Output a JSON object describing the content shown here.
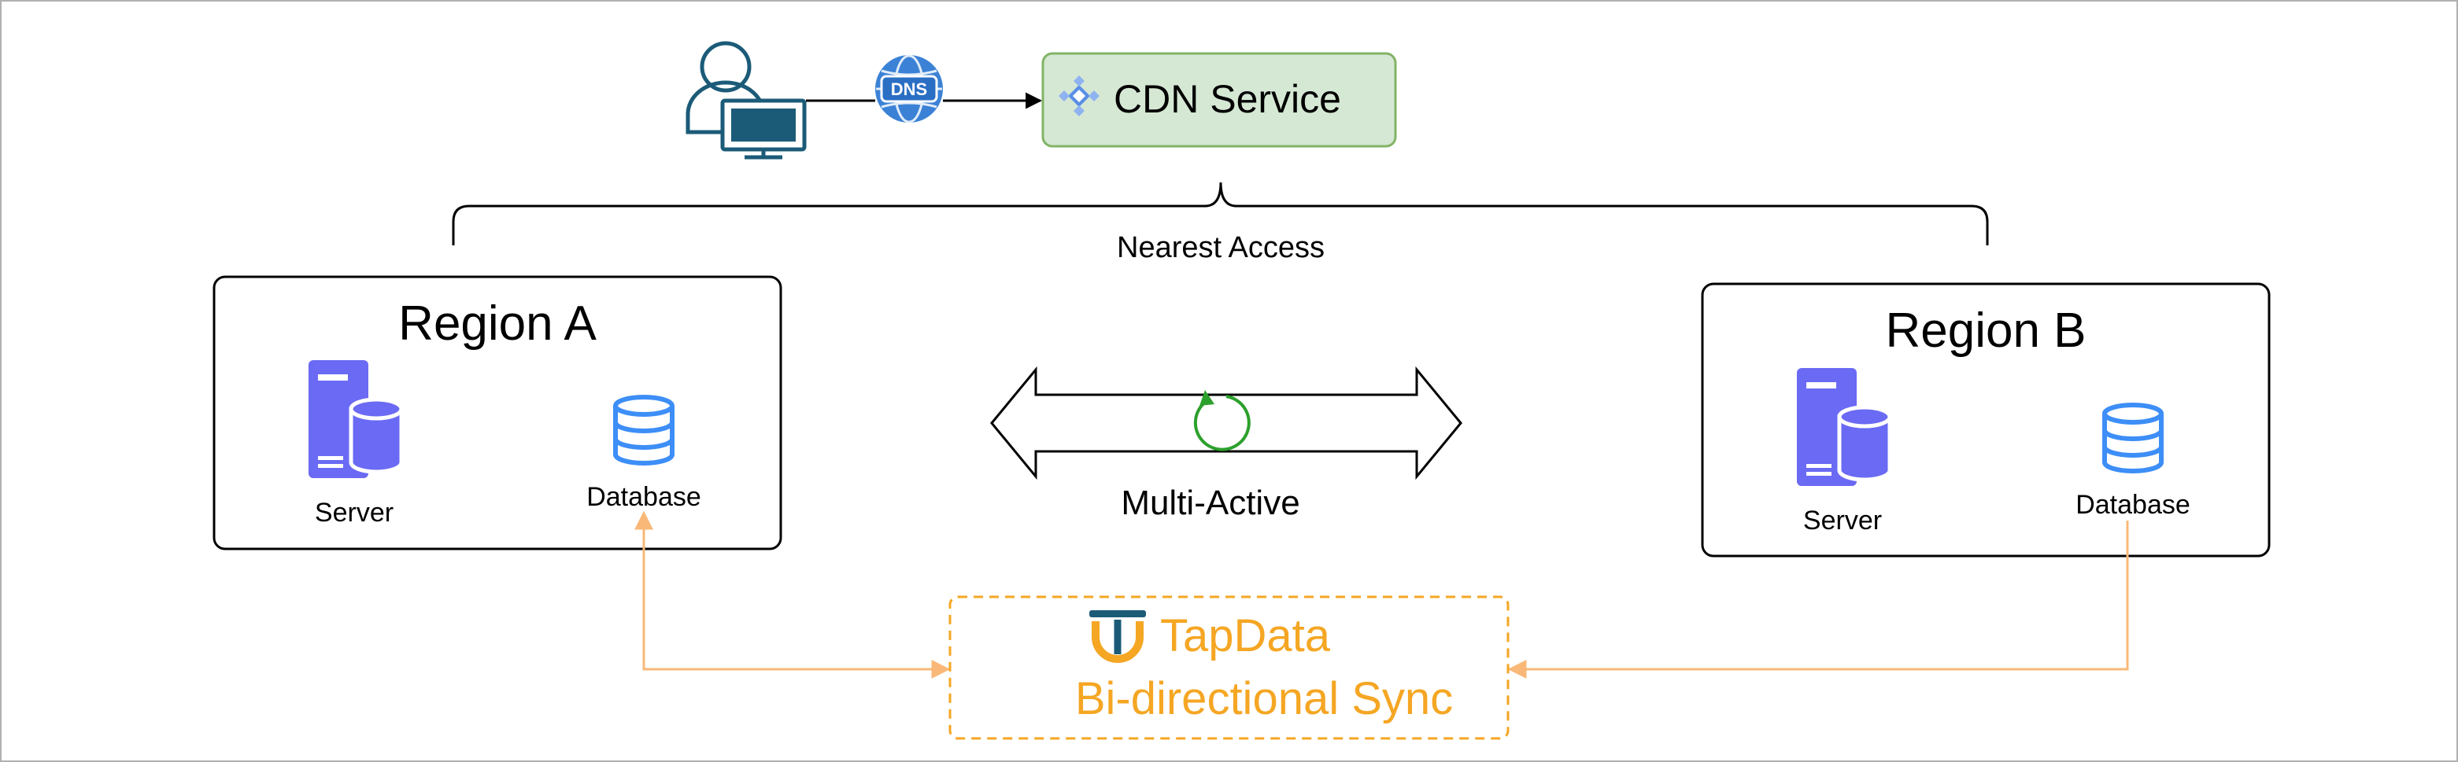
{
  "cdn": {
    "label": "CDN Service"
  },
  "dns": {
    "label": "DNS"
  },
  "brace": {
    "label": "Nearest Access"
  },
  "region_a": {
    "title": "Region A",
    "server_label": "Server",
    "database_label": "Database"
  },
  "region_b": {
    "title": "Region B",
    "server_label": "Server",
    "database_label": "Database"
  },
  "multi_active": {
    "label": "Multi-Active"
  },
  "sync": {
    "brand": "TapData",
    "label": "Bi-directional Sync"
  },
  "colors": {
    "cdn_fill": "#d5e8d4",
    "cdn_stroke": "#82b366",
    "server": "#6a6af4",
    "database": "#3d8ef7",
    "user": "#1b5b78",
    "sync_orange": "#f5a623",
    "sync_line": "#f9b877",
    "refresh_green": "#2ca02c",
    "dns_blue": "#3b82d6"
  },
  "icons": {
    "user": "user-computer-icon",
    "dns": "dns-globe-icon",
    "cdn": "cdn-icon",
    "server": "server-icon",
    "database": "database-icon",
    "refresh": "refresh-icon",
    "tapdata": "tapdata-logo-icon"
  }
}
